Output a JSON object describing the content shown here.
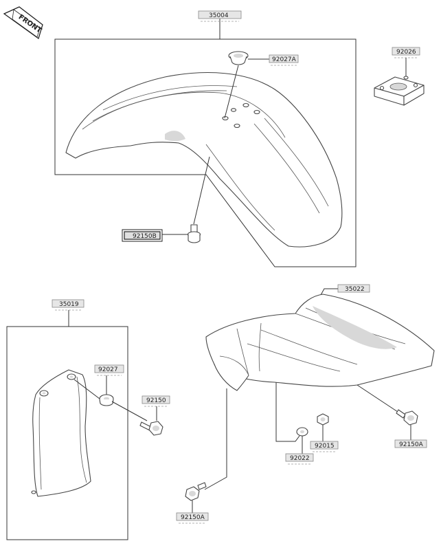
{
  "front_badge": {
    "text": "FRONT"
  },
  "parts": {
    "p35004": "35004",
    "p92027A": "92027A",
    "p92026": "92026",
    "p92150B": "92150B",
    "p35019": "35019",
    "p92027": "92027",
    "p92150": "92150",
    "p35022": "35022",
    "p92015": "92015",
    "p92022": "92022",
    "p92150A_right": "92150A",
    "p92150A_bottom": "92150A"
  },
  "colors": {
    "line": "#444444",
    "label_box": "#e6e6e6",
    "shade": "#d8d8d8"
  }
}
